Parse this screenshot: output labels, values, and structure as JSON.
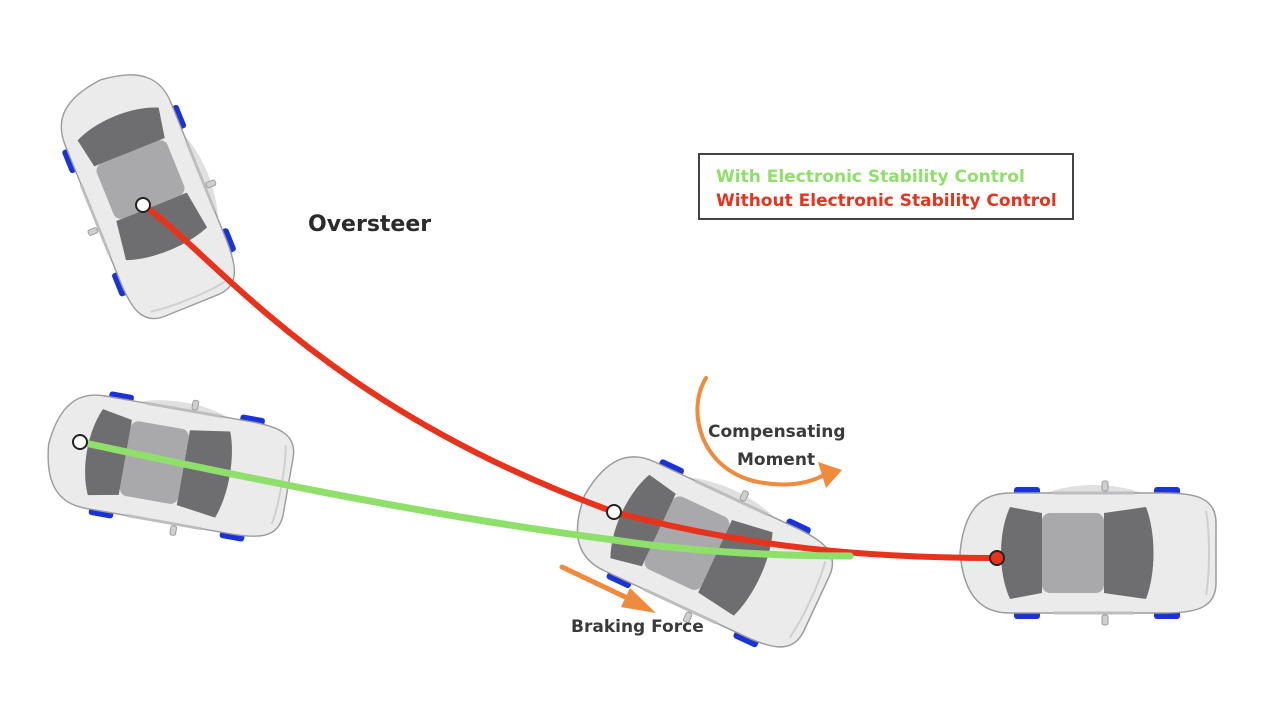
{
  "labels": {
    "oversteer": "Oversteer",
    "compensating_line1": "Compensating",
    "compensating_line2": "Moment",
    "braking_force": "Braking Force"
  },
  "legend": {
    "with_esc": "With Electronic Stability Control",
    "without_esc": "Without Electronic Stability Control"
  },
  "colors": {
    "with_esc": "#8ee06a",
    "without_esc": "#e8331c",
    "arrow": "#f08a3c",
    "tire": "#1a33d8",
    "car_body": "#e9e9ea",
    "car_window": "#6e6e70"
  }
}
